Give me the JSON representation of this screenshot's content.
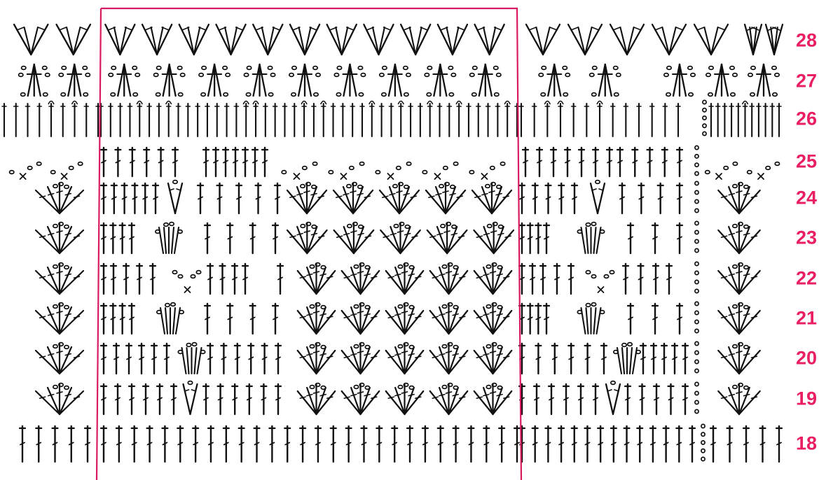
{
  "diagram": {
    "type": "crochet-stitch-chart",
    "colors": {
      "ink": "#111111",
      "repeat_box": "#d81b60",
      "row_numbers": "#e91e63"
    },
    "repeat_box": {
      "shape": "rectangle"
    },
    "rows": [
      {
        "number": "28",
        "segments": [
          {
            "type": "fans",
            "count": 2
          },
          {
            "type": "fans",
            "count": 11
          },
          {
            "type": "fans",
            "count": 5
          },
          {
            "type": "fans",
            "count": 2
          }
        ]
      },
      {
        "number": "27",
        "segments": [
          {
            "type": "clusters",
            "count": 2
          },
          {
            "type": "clusters",
            "count": 9
          },
          {
            "type": "clusters",
            "count": 2
          },
          {
            "type": "clusters",
            "count": 3
          }
        ]
      },
      {
        "number": "26",
        "segments": [
          {
            "type": "posts",
            "count": 9,
            "bumps": [
              4,
              6
            ]
          },
          {
            "type": "posts",
            "count": 44,
            "bumps": [
              4,
              7,
              15,
              16,
              21,
              23,
              28,
              31,
              34,
              37,
              42
            ]
          },
          {
            "type": "posts",
            "count": 13,
            "bumps": [
              2,
              3,
              6
            ]
          },
          {
            "type": "chain_column"
          },
          {
            "type": "posts",
            "count": 11,
            "bumps": [
              5
            ]
          }
        ]
      },
      {
        "number": "25",
        "segments": [
          {
            "type": "mesh",
            "count": 2
          },
          {
            "type": "dcs",
            "count": 6
          },
          {
            "type": "dcs",
            "count": 7
          },
          {
            "type": "mesh",
            "count": 5
          },
          {
            "type": "dcs",
            "count": 7
          },
          {
            "type": "dcs",
            "count": 5
          },
          {
            "type": "chain_column"
          },
          {
            "type": "mesh",
            "count": 2
          }
        ]
      },
      {
        "number": "24",
        "segments": [
          {
            "type": "fans",
            "count": 1
          },
          {
            "type": "dcs",
            "count": 6
          },
          {
            "type": "v",
            "count": 1
          },
          {
            "type": "dcs",
            "count": 5
          },
          {
            "type": "fans",
            "count": 5
          },
          {
            "type": "dcs",
            "count": 5
          },
          {
            "type": "v",
            "count": 1
          },
          {
            "type": "dcs",
            "count": 4
          },
          {
            "type": "chain_column"
          },
          {
            "type": "fans",
            "count": 1
          }
        ]
      },
      {
        "number": "23",
        "segments": [
          {
            "type": "fans",
            "count": 1
          },
          {
            "type": "dcs",
            "count": 4
          },
          {
            "type": "shell",
            "count": 1
          },
          {
            "type": "dcs",
            "count": 4
          },
          {
            "type": "fans",
            "count": 5
          },
          {
            "type": "dcs",
            "count": 4
          },
          {
            "type": "shell",
            "count": 1
          },
          {
            "type": "dcs",
            "count": 3
          },
          {
            "type": "chain_column"
          },
          {
            "type": "fans",
            "count": 1
          }
        ]
      },
      {
        "number": "22",
        "segments": [
          {
            "type": "fans",
            "count": 1
          },
          {
            "type": "dcs",
            "count": 2
          },
          {
            "type": "dcs",
            "count": 3
          },
          {
            "type": "dip",
            "count": 1
          },
          {
            "type": "dcs",
            "count": 3
          },
          {
            "type": "dcs",
            "count": 2
          },
          {
            "type": "fans",
            "count": 5
          },
          {
            "type": "dcs",
            "count": 2
          },
          {
            "type": "dcs",
            "count": 3
          },
          {
            "type": "dip",
            "count": 1
          },
          {
            "type": "dcs",
            "count": 3
          },
          {
            "type": "dcs",
            "count": 1
          },
          {
            "type": "chain_column"
          },
          {
            "type": "fans",
            "count": 1
          }
        ]
      },
      {
        "number": "21",
        "segments": [
          {
            "type": "fans",
            "count": 1
          },
          {
            "type": "dcs",
            "count": 4
          },
          {
            "type": "shell",
            "count": 1
          },
          {
            "type": "dcs",
            "count": 4
          },
          {
            "type": "fans",
            "count": 5
          },
          {
            "type": "dcs",
            "count": 4
          },
          {
            "type": "shell",
            "count": 1
          },
          {
            "type": "dcs",
            "count": 3
          },
          {
            "type": "chain_column"
          },
          {
            "type": "fans",
            "count": 1
          }
        ]
      },
      {
        "number": "20",
        "segments": [
          {
            "type": "fans",
            "count": 1
          },
          {
            "type": "dcs",
            "count": 6
          },
          {
            "type": "shell",
            "count": 1
          },
          {
            "type": "dcs",
            "count": 6
          },
          {
            "type": "fans",
            "count": 5
          },
          {
            "type": "dcs",
            "count": 6
          },
          {
            "type": "shell",
            "count": 1
          },
          {
            "type": "dcs",
            "count": 5
          },
          {
            "type": "chain_column"
          },
          {
            "type": "fans",
            "count": 1
          }
        ]
      },
      {
        "number": "19",
        "segments": [
          {
            "type": "fans",
            "count": 1
          },
          {
            "type": "dcs",
            "count": 6
          },
          {
            "type": "v",
            "count": 1
          },
          {
            "type": "dcs",
            "count": 6
          },
          {
            "type": "fans",
            "count": 5
          },
          {
            "type": "dcs",
            "count": 6
          },
          {
            "type": "v",
            "count": 1
          },
          {
            "type": "dcs",
            "count": 5
          },
          {
            "type": "chain_column"
          },
          {
            "type": "fans",
            "count": 1
          }
        ]
      },
      {
        "number": "18",
        "segments": [
          {
            "type": "dcs",
            "count": 5
          },
          {
            "type": "dcs",
            "count": 28
          },
          {
            "type": "dcs",
            "count": 14
          },
          {
            "type": "chain_column"
          },
          {
            "type": "dcs",
            "count": 5
          }
        ]
      }
    ]
  }
}
